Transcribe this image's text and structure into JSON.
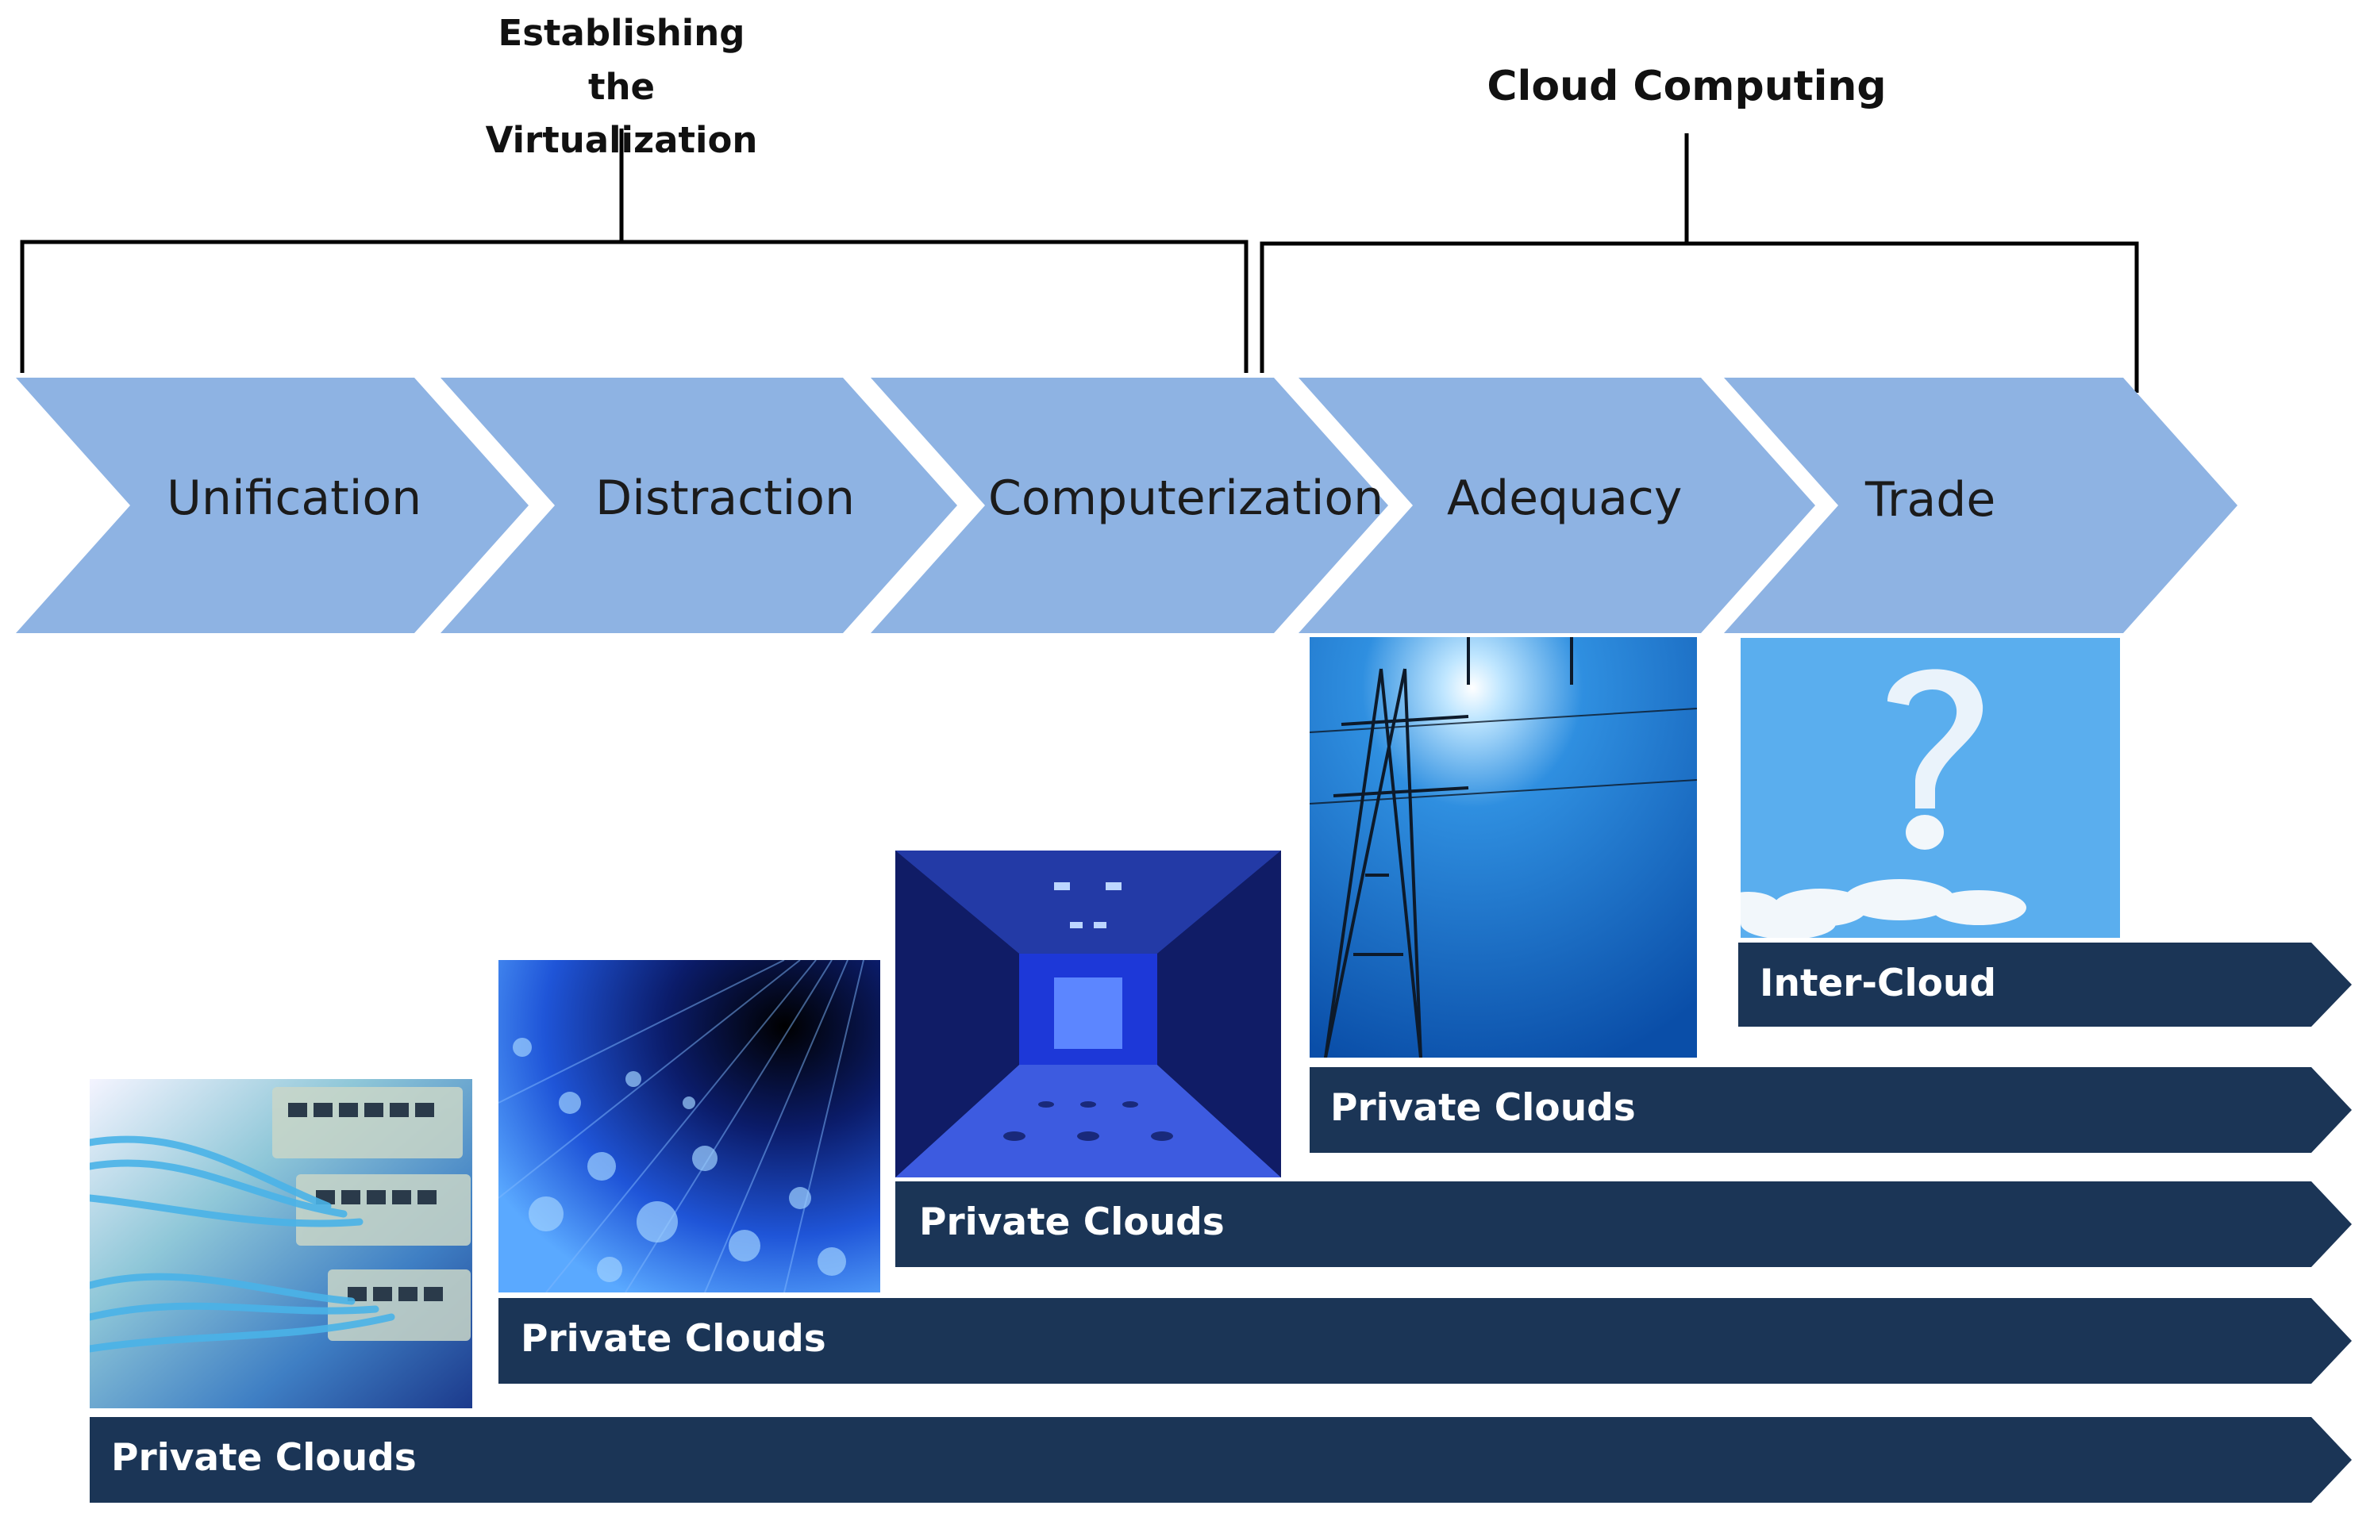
{
  "groups": {
    "virtualization_label": "Establishing the Virtualization",
    "cloud_label": "Cloud Computing"
  },
  "stages": [
    "Unification",
    "Distraction",
    "Computerization",
    "Adequacy",
    "Trade"
  ],
  "bars": [
    "Private Clouds",
    "Private Clouds",
    "Private Clouds",
    "Private Clouds",
    "Inter-Cloud"
  ],
  "images": [
    "network-switch-cables-photo",
    "fiber-optic-photo",
    "server-room-corridor-photo",
    "power-pylon-photo",
    "cloud-question-mark-photo"
  ],
  "colors": {
    "chevron": "#8eb3e3",
    "bar": "#1b3556",
    "bracket": "#000000"
  }
}
